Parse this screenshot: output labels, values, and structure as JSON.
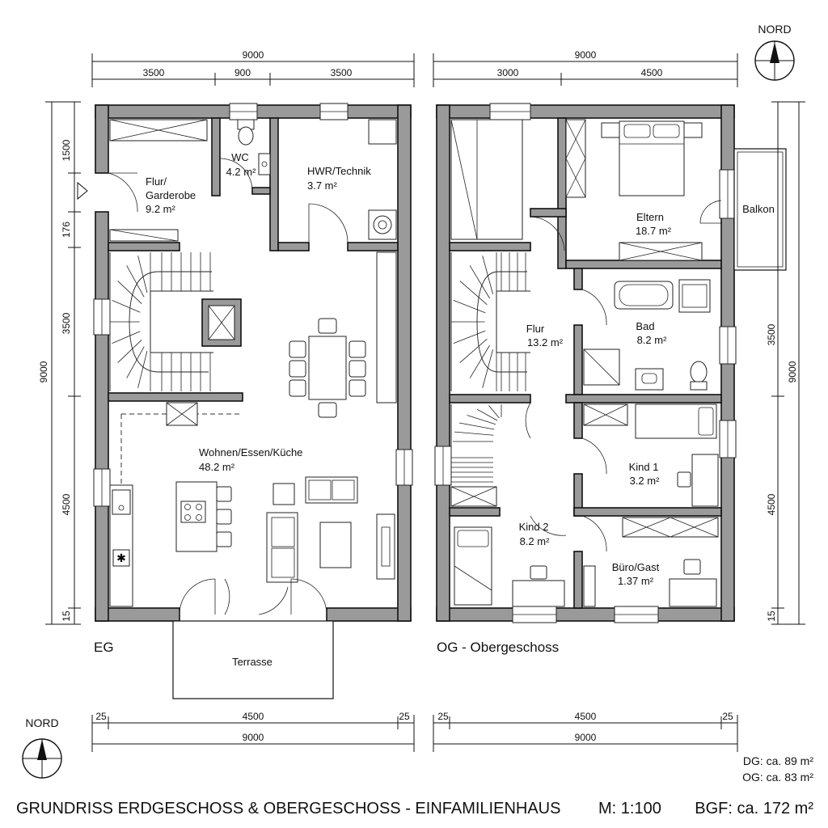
{
  "title": "GRUNDRISS ERDGESCHOSS & OBERGESCHOSS - EINFAMILIENHAUS",
  "scale": "M: 1:100",
  "bgf": "BGF: ca. 172 m²",
  "north": "NORD",
  "areas": {
    "dg": "DG: ca. 89 m²",
    "og": "OG: ca. 83 m²"
  },
  "eg": {
    "label": "EG",
    "rooms": {
      "flur_name_1": "Flur/",
      "flur_name_2": "Garderobe",
      "flur_area": "9.2 m²",
      "wc_name": "WC",
      "wc_area": "4.2 m²",
      "hwr_name": "HWR/Technik",
      "hwr_area": "3.7 m²",
      "wohnen_name": "Wohnen/Essen/Küche",
      "wohnen_area": "48.2 m²",
      "terrasse": "Terrasse"
    },
    "dims": {
      "top_total": "9000",
      "top_1": "3500",
      "top_2": "900",
      "top_3": "3500",
      "left_1": "1500",
      "left_2": "176",
      "left_3": "3500",
      "left_total": "9000",
      "left_4": "4500",
      "left_5": "15",
      "bottom_1": "25",
      "bottom_2": "4500",
      "bottom_3": "25",
      "bottom_total": "9000"
    }
  },
  "og": {
    "label": "OG - Obergeschoss",
    "rooms": {
      "eltern_name": "Eltern",
      "eltern_area": "18.7 m²",
      "balkon": "Balkon",
      "flur_name": "Flur",
      "flur_area": "13.2 m²",
      "bad_name": "Bad",
      "bad_area": "8.2 m²",
      "kind1_name": "Kind 1",
      "kind1_area": "3.2 m²",
      "kind2_name": "Kind 2",
      "kind2_area": "8.2 m²",
      "buero_name": "Büro/Gast",
      "buero_area": "1.37 m²"
    },
    "dims": {
      "top_total": "9000",
      "top_1": "3000",
      "top_2": "4500",
      "right_1": "3500",
      "right_total": "9000",
      "right_2": "4500",
      "right_3": "15",
      "bottom_1": "25",
      "bottom_2": "4500",
      "bottom_3": "25",
      "bottom_total": "9000"
    }
  }
}
